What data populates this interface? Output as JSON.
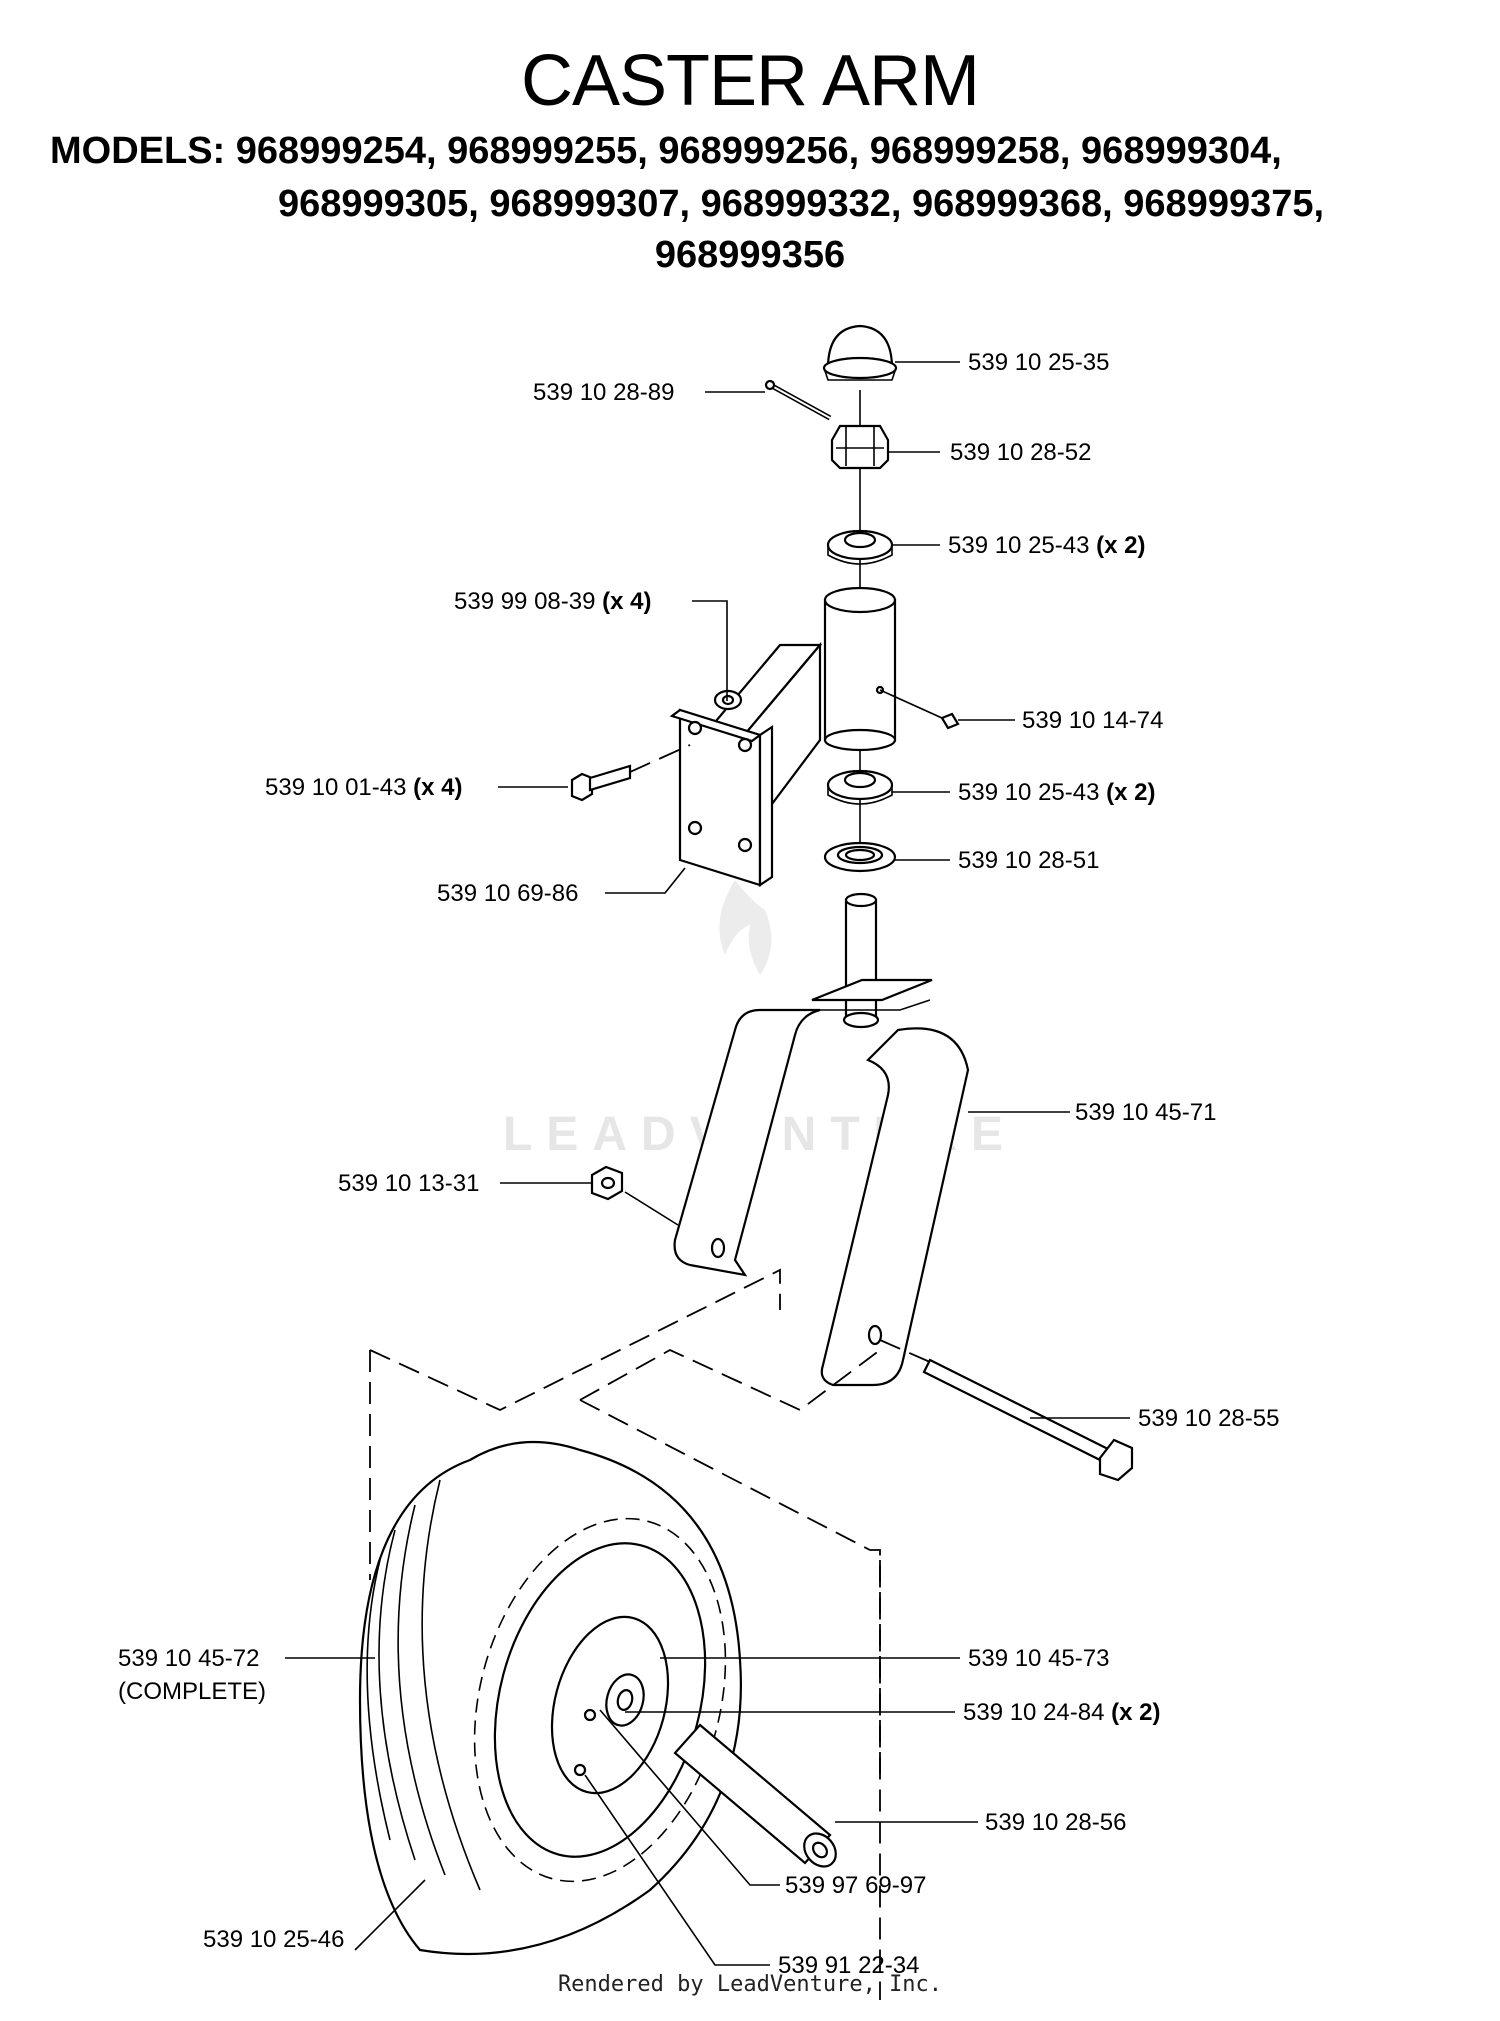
{
  "title": "CASTER ARM",
  "models_line1": "MODELS:  968999254,  968999255,  968999256,  968999258,  968999304,",
  "models_line2": "968999305, 968999307, 968999332, 968999368, 968999375,",
  "models_line3": "968999356",
  "watermark": "LEADVENTURE",
  "footer": "Rendered by LeadVenture, Inc.",
  "parts": [
    {
      "id": "p1",
      "number": "539 10 25-35",
      "qty": ""
    },
    {
      "id": "p2",
      "number": "539 10 28-89",
      "qty": ""
    },
    {
      "id": "p3",
      "number": "539 10 28-52",
      "qty": ""
    },
    {
      "id": "p4",
      "number": "539 10 25-43",
      "qty": "(x 2)"
    },
    {
      "id": "p5",
      "number": "539 99 08-39",
      "qty": "(x 4)"
    },
    {
      "id": "p6",
      "number": "539 10 14-74",
      "qty": ""
    },
    {
      "id": "p7",
      "number": "539 10 01-43",
      "qty": "(x 4)"
    },
    {
      "id": "p8",
      "number": "539 10 25-43",
      "qty": "(x 2)"
    },
    {
      "id": "p9",
      "number": "539 10 28-51",
      "qty": ""
    },
    {
      "id": "p10",
      "number": "539 10 69-86",
      "qty": ""
    },
    {
      "id": "p11",
      "number": "539 10 45-71",
      "qty": ""
    },
    {
      "id": "p12",
      "number": "539 10 13-31",
      "qty": ""
    },
    {
      "id": "p13",
      "number": "539 10 28-55",
      "qty": ""
    },
    {
      "id": "p14",
      "number": "539 10 45-72",
      "qty": ""
    },
    {
      "id": "p15",
      "number": "539 10 45-73",
      "qty": ""
    },
    {
      "id": "p16",
      "number": "539 10 24-84",
      "qty": "(x 2)"
    },
    {
      "id": "p17",
      "number": "539 10 28-56",
      "qty": ""
    },
    {
      "id": "p18",
      "number": "539 97 69-97",
      "qty": ""
    },
    {
      "id": "p19",
      "number": "539 10 25-46",
      "qty": ""
    },
    {
      "id": "p20",
      "number": "539 91 22-34",
      "qty": ""
    }
  ],
  "complete_note": "(COMPLETE)"
}
